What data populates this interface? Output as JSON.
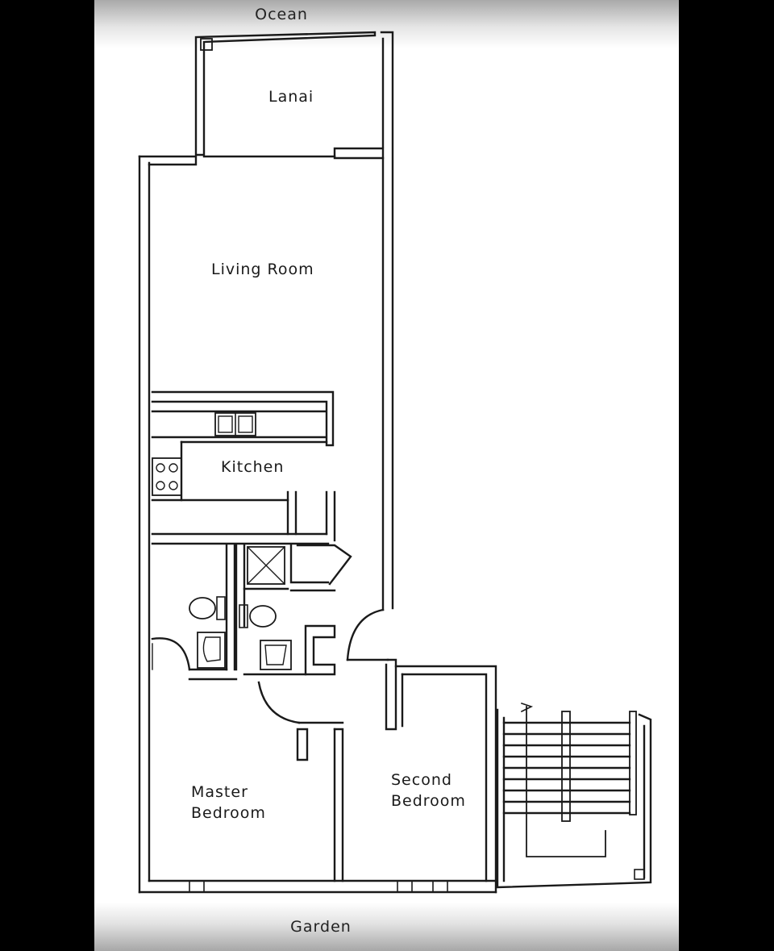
{
  "orientation": {
    "top": "Ocean",
    "bottom": "Garden"
  },
  "rooms": {
    "lanai": "Lanai",
    "living_room": "Living Room",
    "kitchen": "Kitchen",
    "master_bedroom_line1": "Master",
    "master_bedroom_line2": "Bedroom",
    "second_bedroom_line1": "Second",
    "second_bedroom_line2": "Bedroom"
  },
  "colors": {
    "wall": "#1a1a1a",
    "background": "#ffffff",
    "frame": "#000000"
  }
}
